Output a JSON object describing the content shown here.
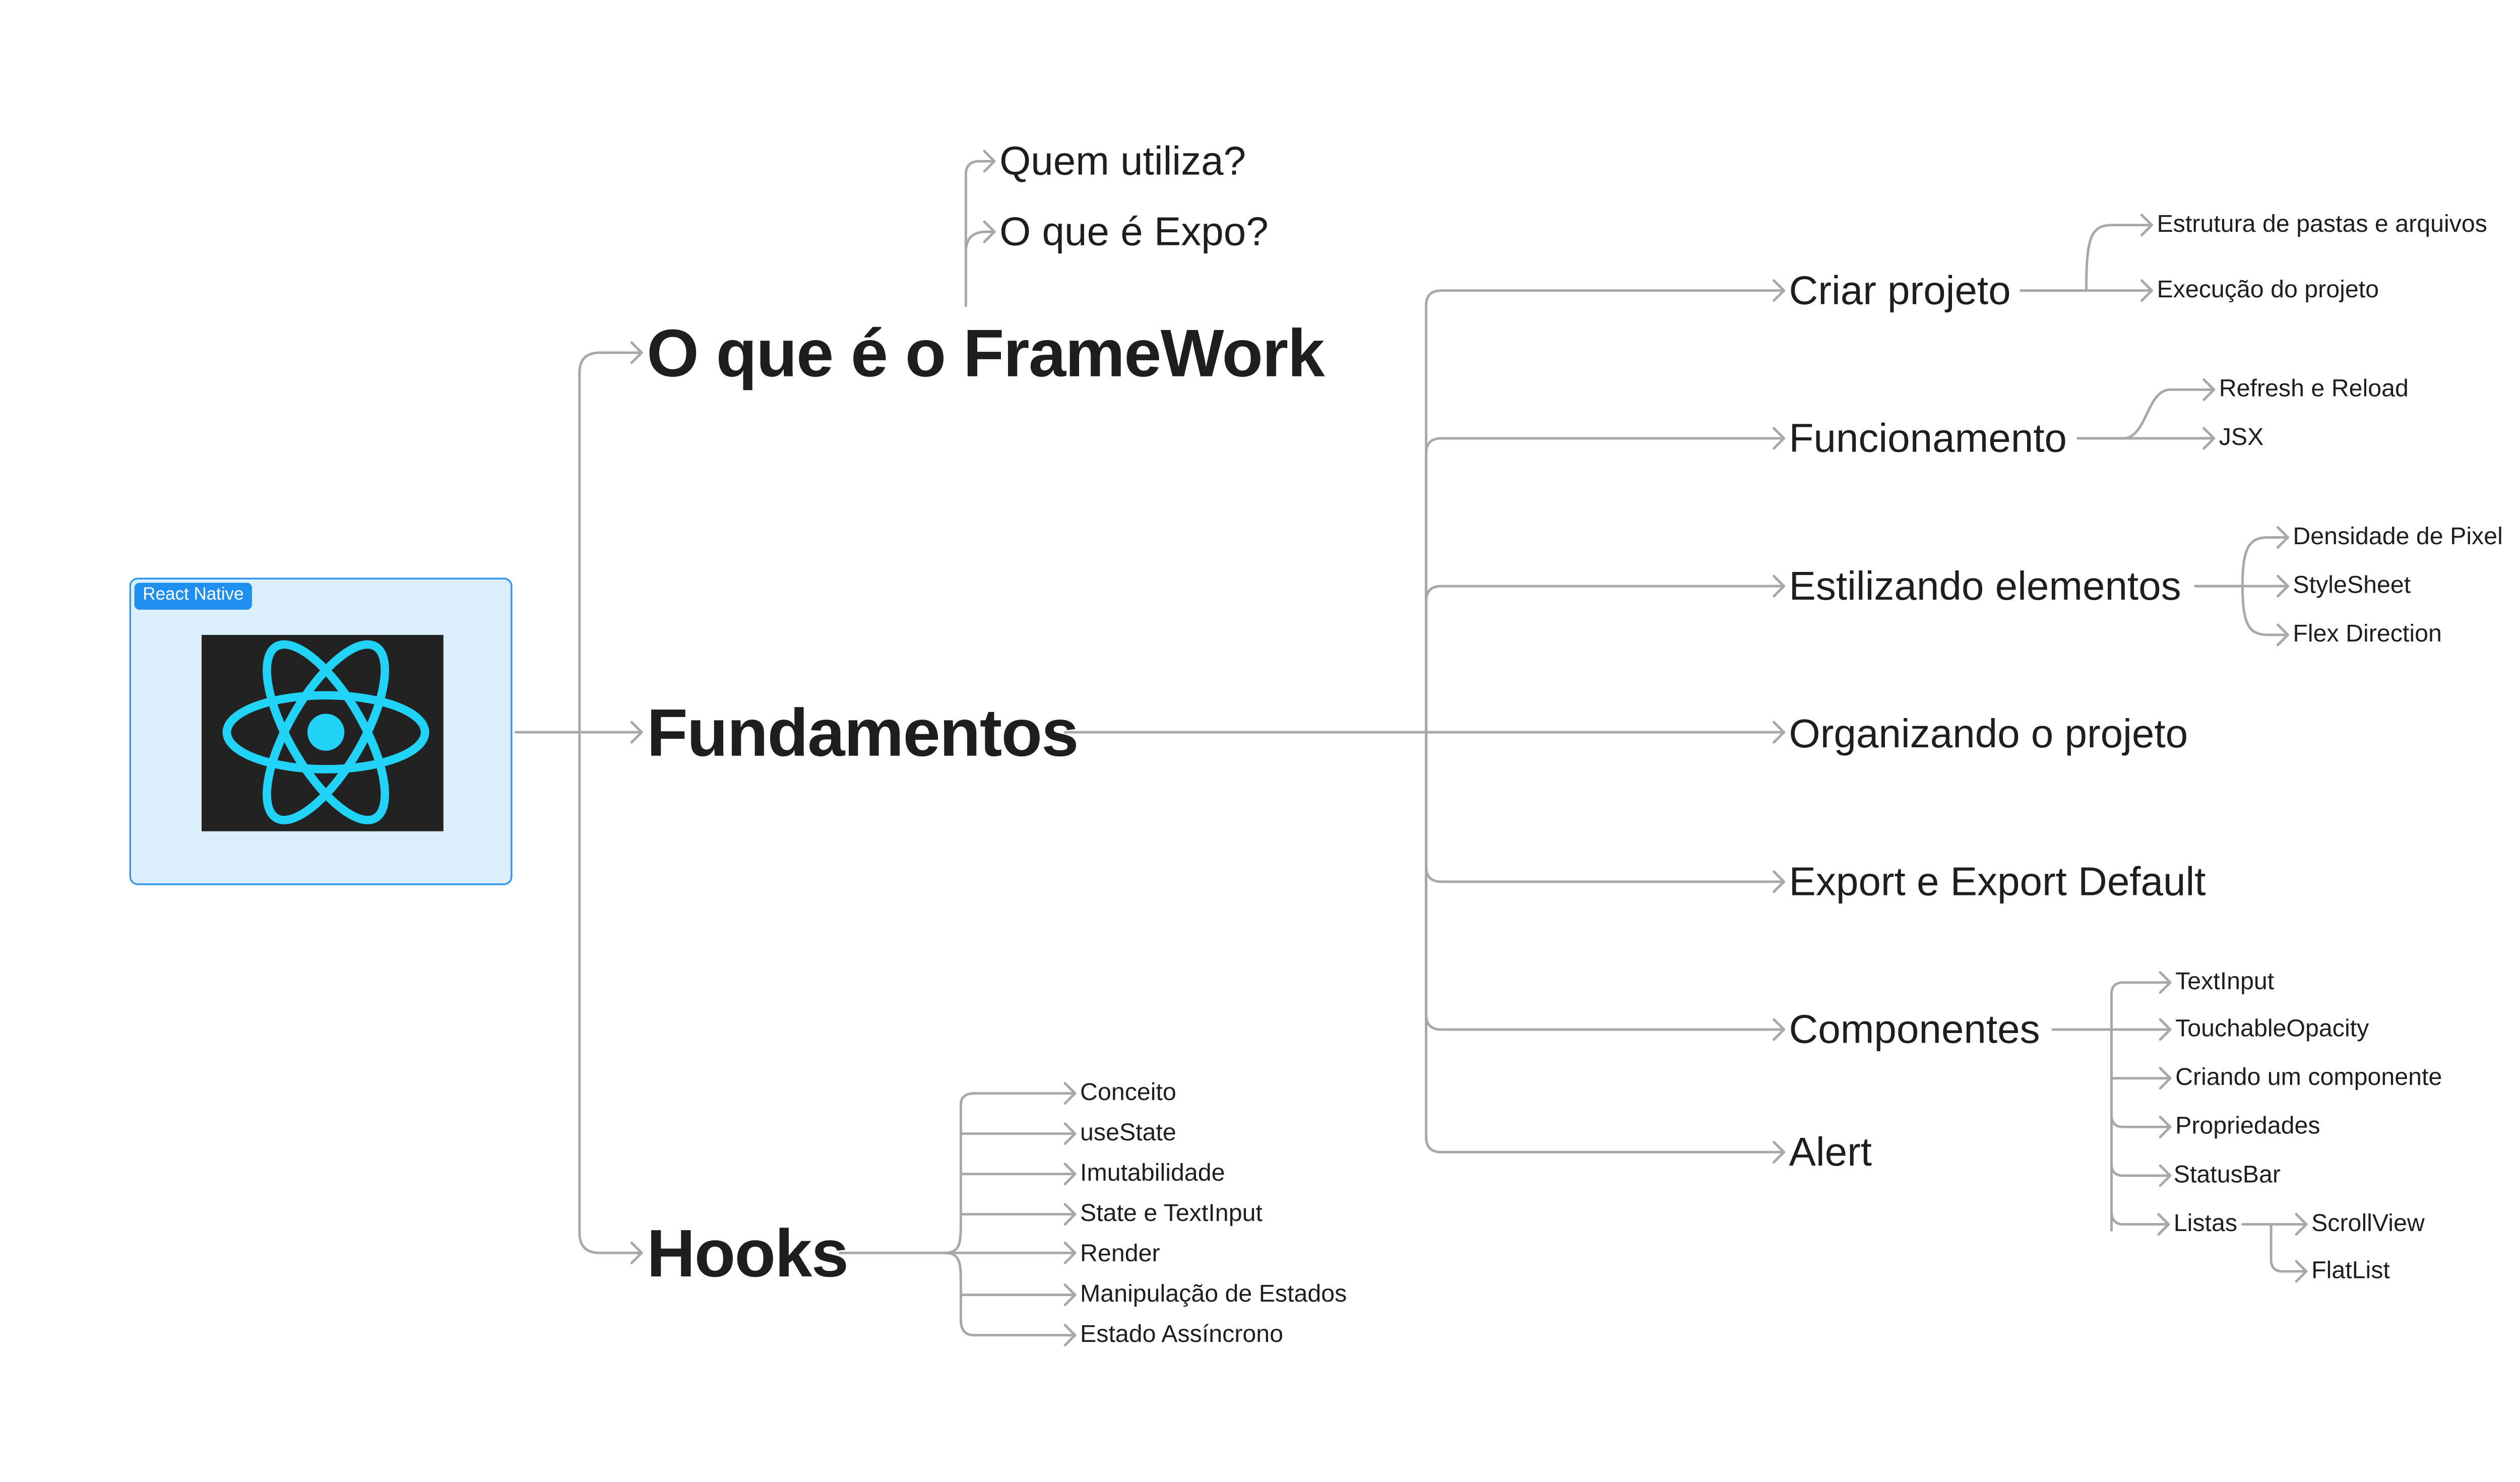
{
  "root": {
    "label": "React Native",
    "logo_icon": "react-atom-logo",
    "logo_bg": "#222222",
    "logo_color": "#21d3f7"
  },
  "branches": {
    "framework": {
      "label": "O que é o FrameWork",
      "children": [
        "Quem utiliza?",
        "O que é Expo?"
      ]
    },
    "fundamentos": {
      "label": "Fundamentos",
      "children": [
        {
          "label": "Criar projeto",
          "children": [
            "Estrutura de pastas e arquivos",
            "Execução do projeto"
          ]
        },
        {
          "label": "Funcionamento",
          "children": [
            "Refresh e Reload",
            "JSX"
          ]
        },
        {
          "label": "Estilizando elementos",
          "children": [
            "Densidade de Pixel",
            "StyleSheet",
            "Flex Direction"
          ]
        },
        {
          "label": "Organizando o projeto"
        },
        {
          "label": "Export e Export Default"
        },
        {
          "label": "Componentes",
          "children": [
            "TextInput",
            "TouchableOpacity",
            "Criando um componente",
            "Propriedades",
            "StatusBar",
            "Listas"
          ],
          "listas_children": [
            "ScrollView",
            "FlatList"
          ]
        },
        {
          "label": "Alert"
        }
      ]
    },
    "hooks": {
      "label": "Hooks",
      "children": [
        "Conceito",
        "useState",
        "Imutabilidade",
        "State e TextInput",
        "Render",
        "Manipulação de Estados",
        "Estado Assíncrono"
      ]
    }
  },
  "colors": {
    "connector": "#a8a8a8",
    "card_bg": "#dbeefc",
    "card_border": "#2d95ee",
    "tag_bg": "#1f8ff0",
    "text": "#1e1e1e"
  }
}
